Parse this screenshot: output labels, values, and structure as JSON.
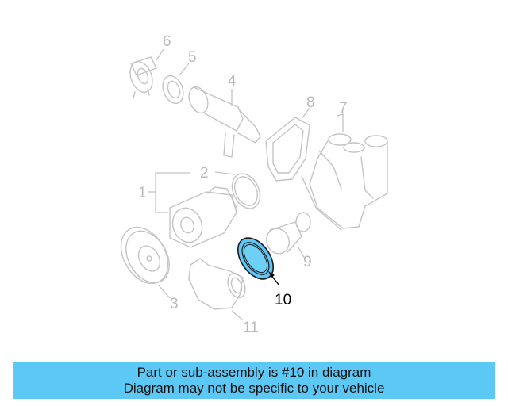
{
  "diagram": {
    "callouts": {
      "c1": "1",
      "c2": "2",
      "c3": "3",
      "c4": "4",
      "c5": "5",
      "c6": "6",
      "c7": "7",
      "c8": "8",
      "c9": "9",
      "c10": "10",
      "c11": "11"
    },
    "highlighted_part": "10",
    "highlight_color": "#5bc8f5"
  },
  "banner": {
    "line1": "Part or sub-assembly is #10 in diagram",
    "line2": "Diagram may not be specific to your vehicle",
    "background": "#5bc8f5"
  }
}
